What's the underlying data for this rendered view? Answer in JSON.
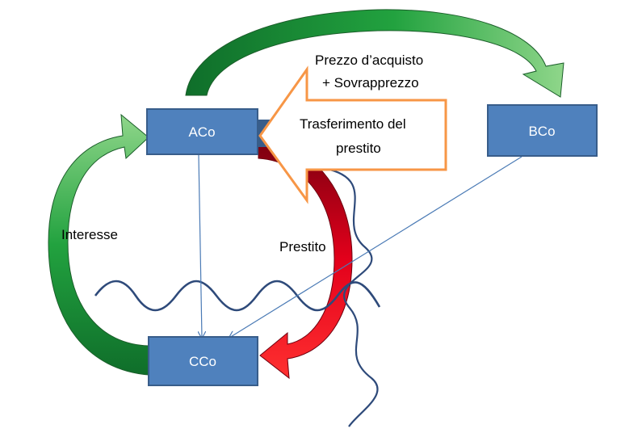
{
  "nodes": {
    "aco": "ACo",
    "bco": "BCo",
    "cco": "CCo"
  },
  "labels": {
    "purchase_price_line1": "Prezzo d’acquisto",
    "purchase_price_line2": "+ Sovrapprezzo",
    "transfer_line1": "Trasferimento del",
    "transfer_line2": "prestito",
    "interest": "Interesse",
    "loan": "Prestito"
  },
  "colors": {
    "box_fill": "#4f81bd",
    "box_stroke": "#385d8a",
    "green_arrow": "#1f9d3a",
    "red_arrow": "#e3001b",
    "orange_arrow_stroke": "#f79646",
    "wave_line": "#2e4a7a",
    "thin_line": "#4a7ab5"
  }
}
